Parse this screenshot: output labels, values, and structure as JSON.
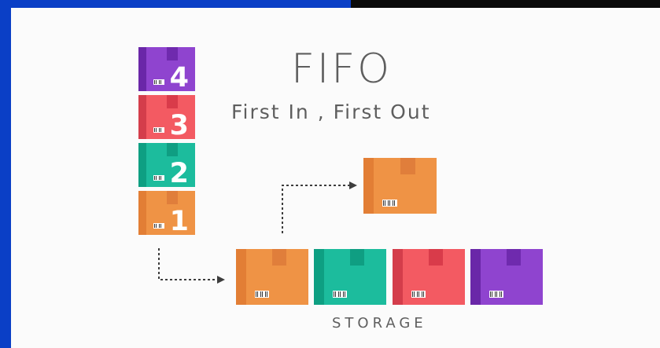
{
  "diagram": {
    "title": "FIFO",
    "subtitle": "First In , First Out",
    "storage_label": "STORAGE",
    "stack_boxes": [
      {
        "label": "4",
        "color": "purple"
      },
      {
        "label": "3",
        "color": "red"
      },
      {
        "label": "2",
        "color": "teal"
      },
      {
        "label": "1",
        "color": "orange"
      }
    ],
    "storage_boxes": [
      "orange",
      "teal",
      "red",
      "purple"
    ],
    "output_box": "orange"
  },
  "colors": {
    "orange": {
      "body": "#ef9345",
      "dark": "#e27e35",
      "tape": "#e07e3b"
    },
    "red": {
      "body": "#f35a62",
      "dark": "#d43d4b",
      "tape": "#d93b4a"
    },
    "teal": {
      "body": "#1cbc9d",
      "dark": "#0e9f82",
      "tape": "#0f9e82"
    },
    "purple": {
      "body": "#8f44cf",
      "dark": "#6a27a8",
      "tape": "#6f2aae"
    },
    "frame_blue": "#0a3fc6",
    "text": "#5e5e5e",
    "arrow": "#3d3d3d"
  }
}
